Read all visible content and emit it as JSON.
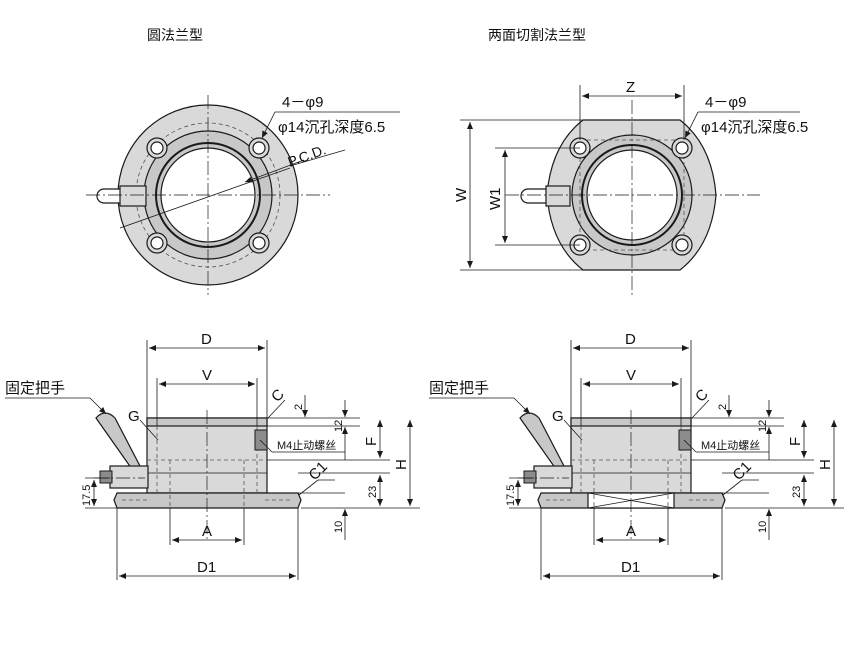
{
  "titles": {
    "left": "圆法兰型",
    "right": "两面切割法兰型"
  },
  "callouts": {
    "holes": "4－φ9",
    "counterbore": "φ14沉孔深度6.5",
    "pcd": "P.C.D.",
    "handle": "固定把手",
    "set_screw": "M4止动螺丝"
  },
  "dims": {
    "Z": "Z",
    "W": "W",
    "W1": "W1",
    "D": "D",
    "V": "V",
    "A": "A",
    "D1": "D1",
    "G": "G",
    "F": "F",
    "H": "H",
    "C": "C",
    "C1": "C1",
    "d2": "2",
    "d12": "12",
    "d23": "23",
    "d10": "10",
    "d17_5": "17.5"
  }
}
